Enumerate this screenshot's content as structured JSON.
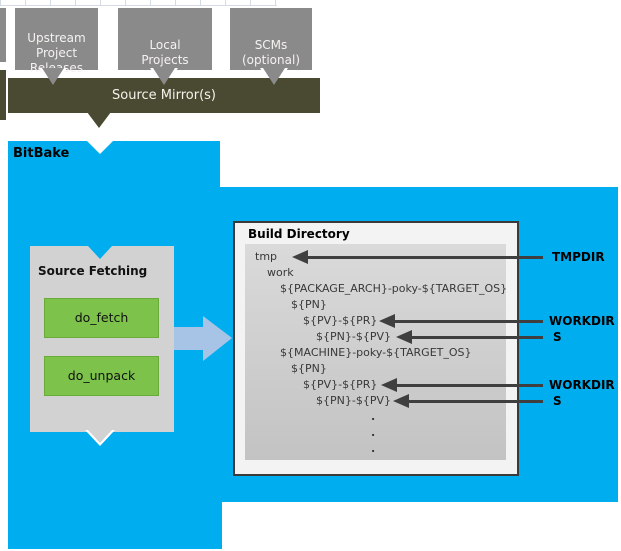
{
  "colors": {
    "bitbake_blue": "#00aeef",
    "mirror_olive": "#4a4a32",
    "source_box_gray": "#8a8a8a",
    "task_green": "#7dc24b",
    "flow_arrow_blue": "#a7c4e6",
    "pointer_dark": "#3f3f3f"
  },
  "sources": {
    "upstream": "Upstream\nProject\nReleases",
    "local": "Local\nProjects",
    "scms": "SCMs\n(optional)",
    "mirror": "Source Mirror(s)"
  },
  "bitbake": {
    "label": "BitBake",
    "source_fetching": {
      "title": "Source Fetching",
      "tasks": [
        "do_fetch",
        "do_unpack"
      ]
    }
  },
  "build_directory": {
    "title": "Build Directory",
    "tree": [
      {
        "text": "tmp",
        "depth": 0
      },
      {
        "text": "work",
        "depth": 1
      },
      {
        "text": "${PACKAGE_ARCH}-poky-${TARGET_OS}",
        "depth": 2
      },
      {
        "text": "${PN}",
        "depth": 3
      },
      {
        "text": "${PV}-${PR}",
        "depth": 4
      },
      {
        "text": "${PN}-${PV}",
        "depth": 5
      },
      {
        "text": "${MACHINE}-poky-${TARGET_OS}",
        "depth": 2
      },
      {
        "text": "${PN}",
        "depth": 3
      },
      {
        "text": "${PV}-${PR}",
        "depth": 4
      },
      {
        "text": "${PN}-${PV}",
        "depth": 5
      }
    ],
    "ellipsis": [
      ".",
      ".",
      "."
    ]
  },
  "pointers": [
    {
      "label": "TMPDIR",
      "target": "tmp"
    },
    {
      "label": "WORKDIR",
      "target": "${PV}-${PR}"
    },
    {
      "label": "S",
      "target": "${PN}-${PV}"
    },
    {
      "label": "WORKDIR",
      "target": "${PV}-${PR}"
    },
    {
      "label": "S",
      "target": "${PN}-${PV}"
    }
  ]
}
